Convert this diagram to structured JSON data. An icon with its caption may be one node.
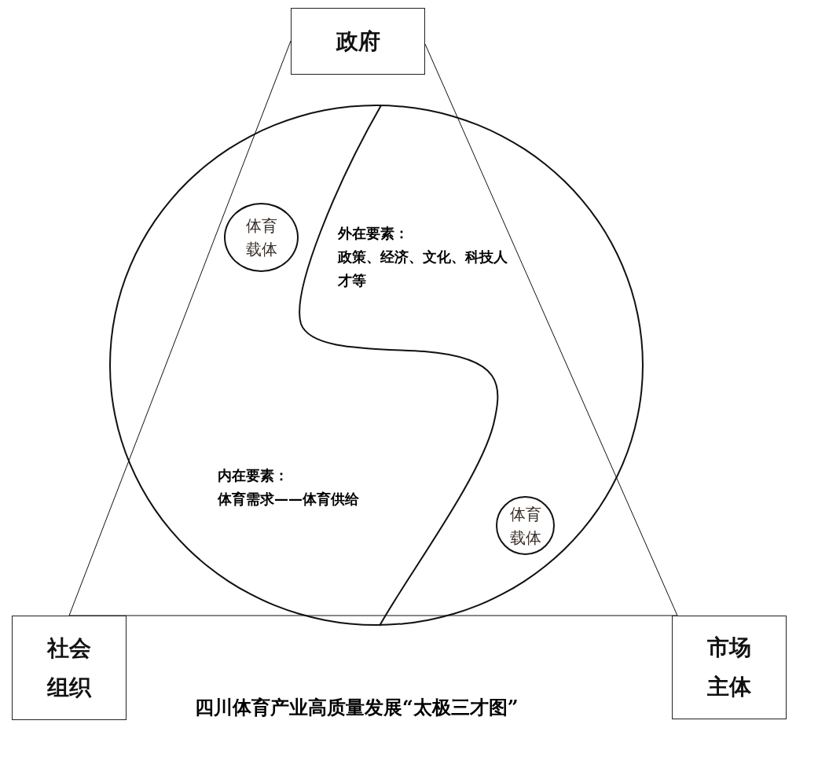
{
  "diagram": {
    "caption": "四川体育产业高质量发展“太极三才图”",
    "nodes": [
      {
        "text": [
          "政府"
        ]
      },
      {
        "text": [],
        "shape": "circle"
      },
      {
        "text": [
          "体育载体"
        ],
        "in": 1
      },
      {
        "text": [
          "体育载体"
        ],
        "in": 1
      },
      {
        "text": [
          "社会组织"
        ]
      },
      {
        "text": [
          "市场主体"
        ]
      }
    ],
    "edges": [
      {
        "from": 0,
        "to": 4,
        "arrow": "none"
      },
      {
        "from": 0,
        "to": 5,
        "arrow": "none"
      },
      {
        "from": 4,
        "to": 5,
        "arrow": "none"
      }
    ],
    "labels": [
      "外在要素：",
      "政策、经济、文化、科技人才等",
      "内在要素：",
      "体育需求——体育供给"
    ]
  }
}
